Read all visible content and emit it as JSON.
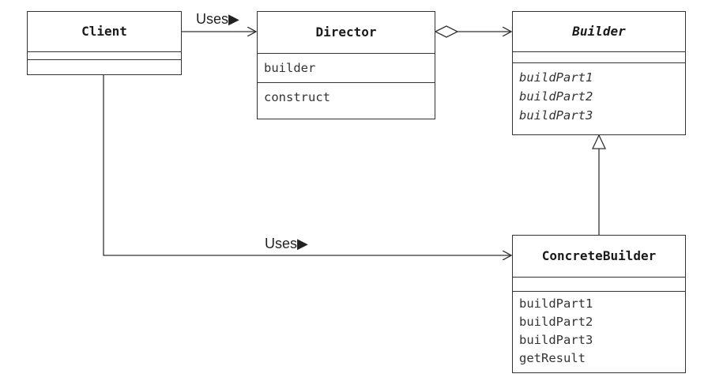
{
  "classes": {
    "client": {
      "name": "Client"
    },
    "director": {
      "name": "Director",
      "fields": [
        "builder"
      ],
      "methods": [
        "construct"
      ]
    },
    "builder": {
      "name": "Builder",
      "methods": [
        "buildPart1",
        "buildPart2",
        "buildPart3"
      ]
    },
    "concrete_builder": {
      "name": "ConcreteBuilder",
      "methods": [
        "buildPart1",
        "buildPart2",
        "buildPart3",
        "getResult"
      ]
    }
  },
  "relations": {
    "client_director_label": "Uses▶",
    "client_concrete_label": "Uses▶"
  }
}
